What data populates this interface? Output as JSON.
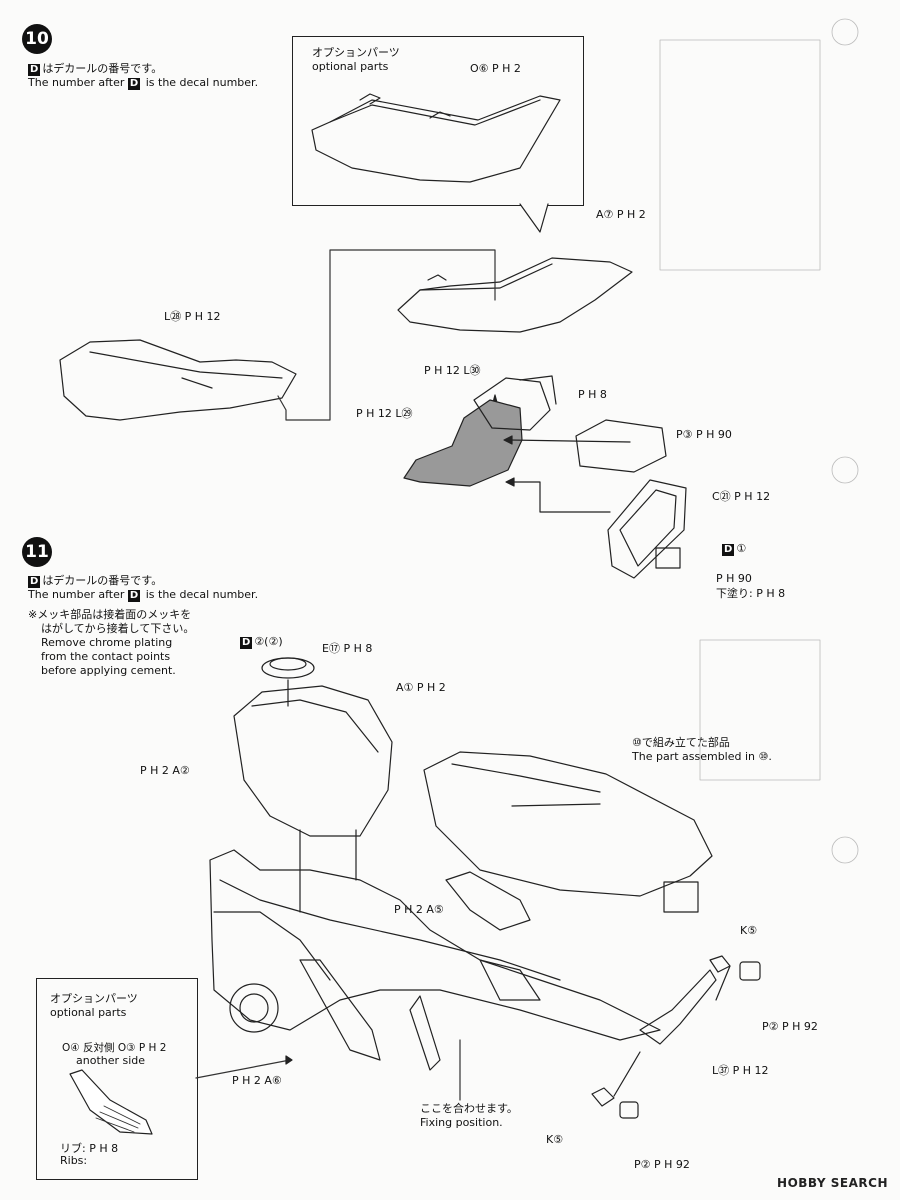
{
  "step10": {
    "number": "10",
    "decal_note_jp": "はデカールの番号です。",
    "decal_badge": "D",
    "decal_note_en": "The number after",
    "decal_note_en2": "is the decal number.",
    "option_title_jp": "オプションパーツ",
    "option_title_en": "optional parts",
    "labels": {
      "o6": "O⑥ P H 2",
      "a7": "A⑦ P H 2",
      "l28": "L㉘ P H 12",
      "ph12_l30": "P H 12 L㉚",
      "ph8": "P H 8",
      "ph12_l29": "P H 12 L㉙",
      "p3": "P③ P H 90",
      "c21": "C㉑ P H 12",
      "d1": "①",
      "ph90": "P H 90",
      "undercoat": "下塗り: P H 8"
    }
  },
  "step11": {
    "number": "11",
    "decal_note_jp": "はデカールの番号です。",
    "decal_badge": "D",
    "decal_note_en": "The number after",
    "decal_note_en2": "is the decal number.",
    "chrome_note": [
      "※メッキ部品は接着面のメッキを",
      "はがしてから接着して下さい。",
      "Remove chrome plating",
      "from the contact points",
      "before applying cement."
    ],
    "labels": {
      "d22": "②(②)",
      "e17": "E⑰ P H 8",
      "a1": "A① P H 2",
      "ph2_a2": "P H 2 A②",
      "assembled_jp": "で組み立てた部品",
      "assembled_en": "The part assembled in",
      "ph2_a5": "P H 2 A⑤",
      "k5_top": "K⑤",
      "p2_top": "P② P H 92",
      "l37": "L㊲ P H 12",
      "ph2_a6": "P H 2 A⑥",
      "fix_jp": "ここを合わせます。",
      "fix_en": "Fixing position.",
      "k5_bottom": "K⑤",
      "p2_bottom": "P② P H 92"
    },
    "option_box": {
      "title_jp": "オプションパーツ",
      "title_en": "optional parts",
      "o4": "O④ 反対側 O③ P H 2",
      "another_side": "another side",
      "ribs_jp": "リブ: P H 8",
      "ribs_en": "Ribs:"
    }
  },
  "watermark": "HOBBY SEARCH"
}
